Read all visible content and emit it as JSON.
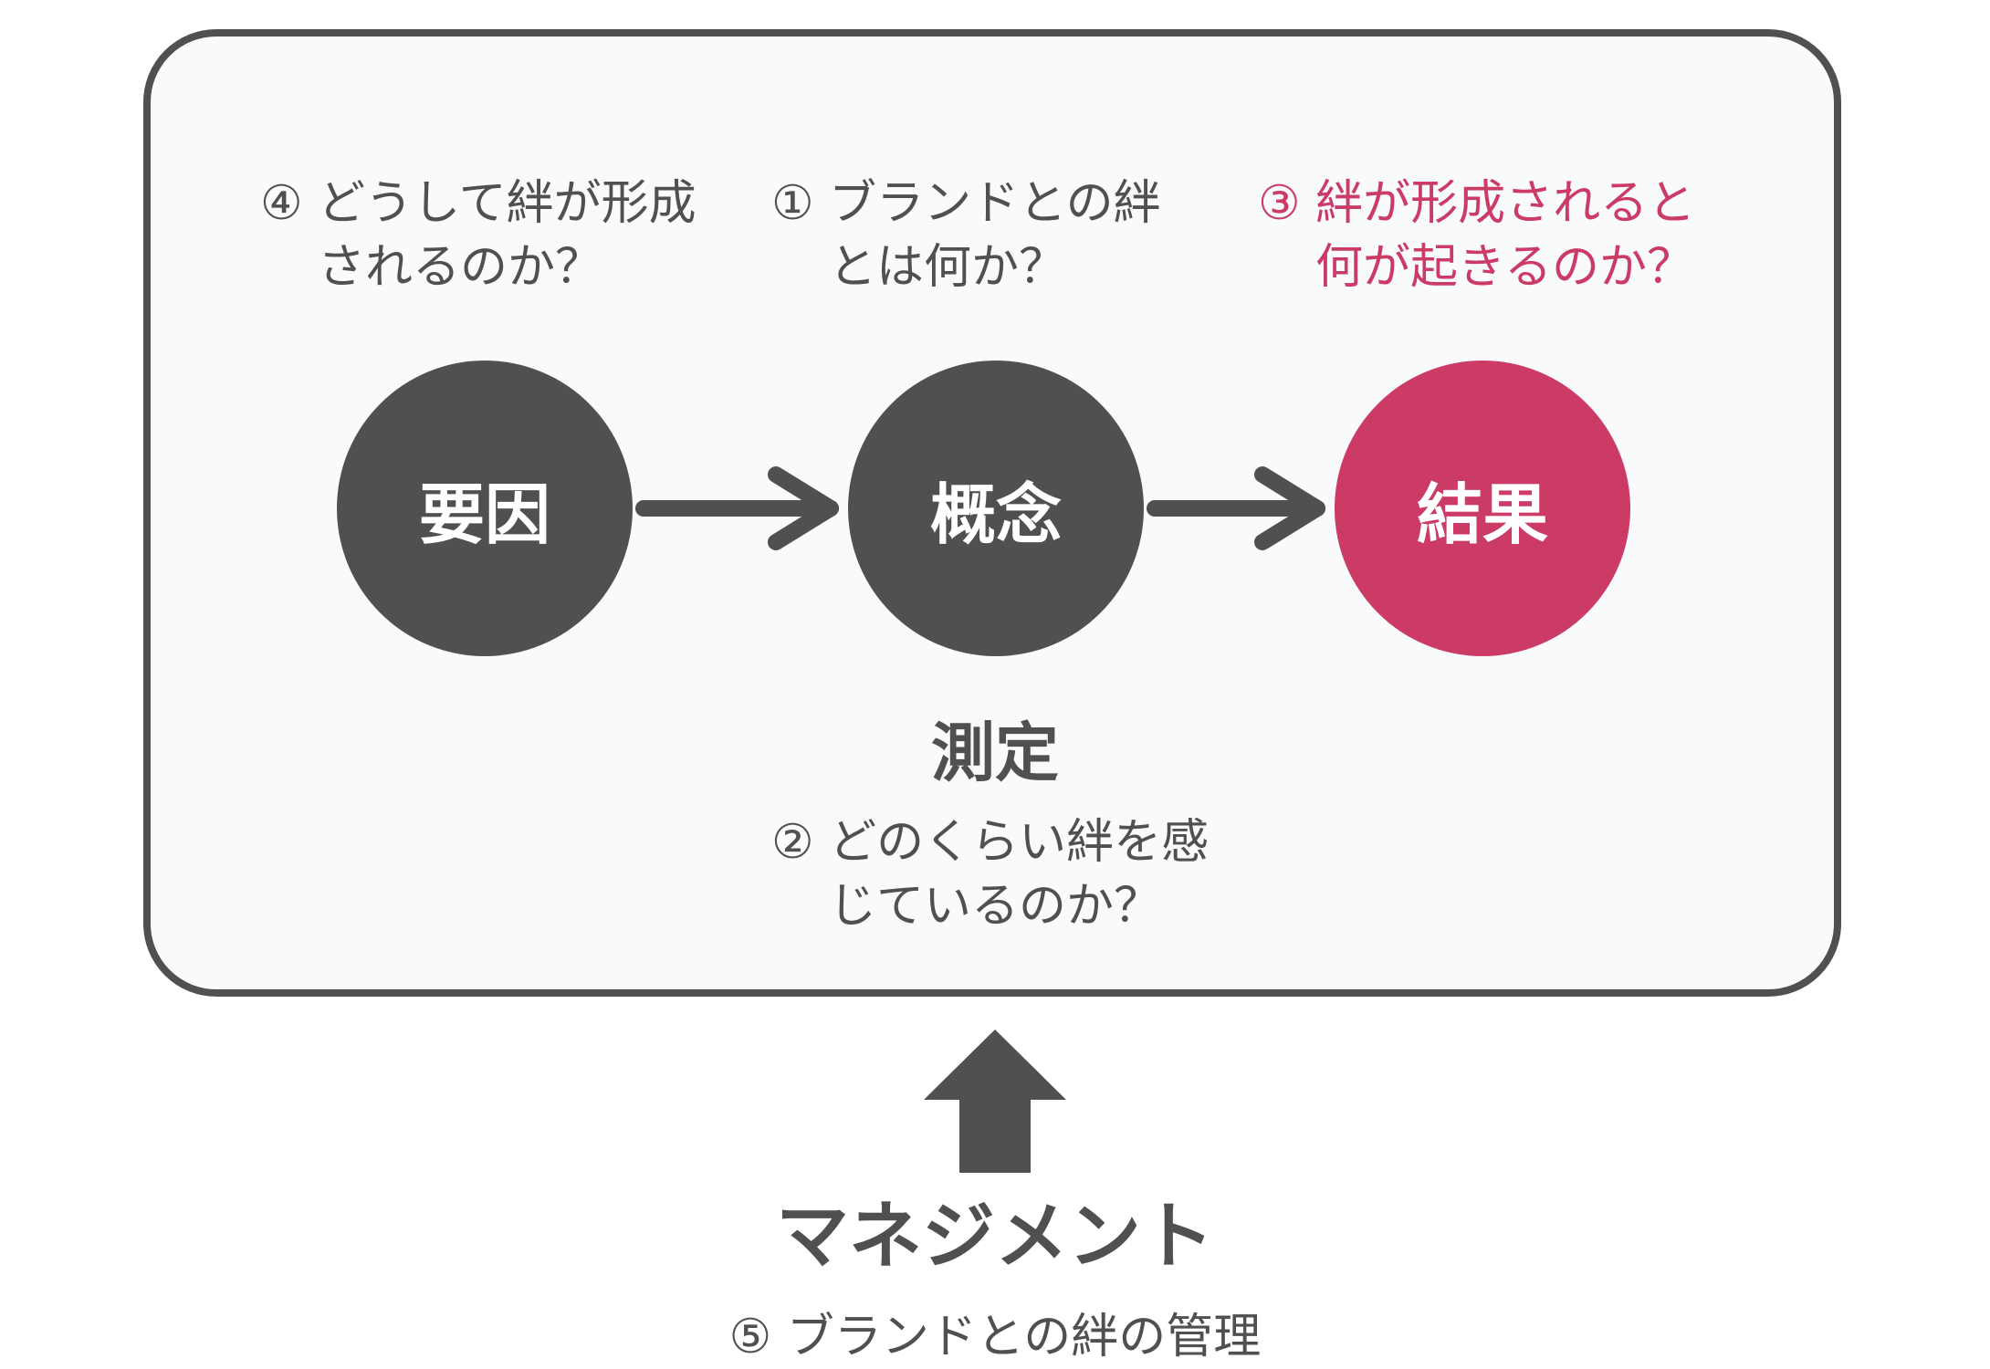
{
  "questions": {
    "q4": {
      "num": "④",
      "line1": "どうして絆が形成",
      "line2": "されるのか？"
    },
    "q1": {
      "num": "①",
      "line1": "ブランドとの絆",
      "line2": "とは何か？"
    },
    "q3": {
      "num": "③",
      "line1": "絆が形成されると",
      "line2": "何が起きるのか？"
    },
    "q2": {
      "num": "②",
      "line1": "どのくらい絆を感",
      "line2": "じているのか？"
    }
  },
  "nodes": {
    "antecedent": "要因",
    "concept": "概念",
    "outcome": "結果"
  },
  "measurement": "測定",
  "management": {
    "title": "マネジメント",
    "num": "⑤",
    "subtitle": "ブランドとの絆の管理"
  },
  "colors": {
    "dark": "#505050",
    "accent": "#cb3b66",
    "panel_bg": "#f8fafb"
  }
}
